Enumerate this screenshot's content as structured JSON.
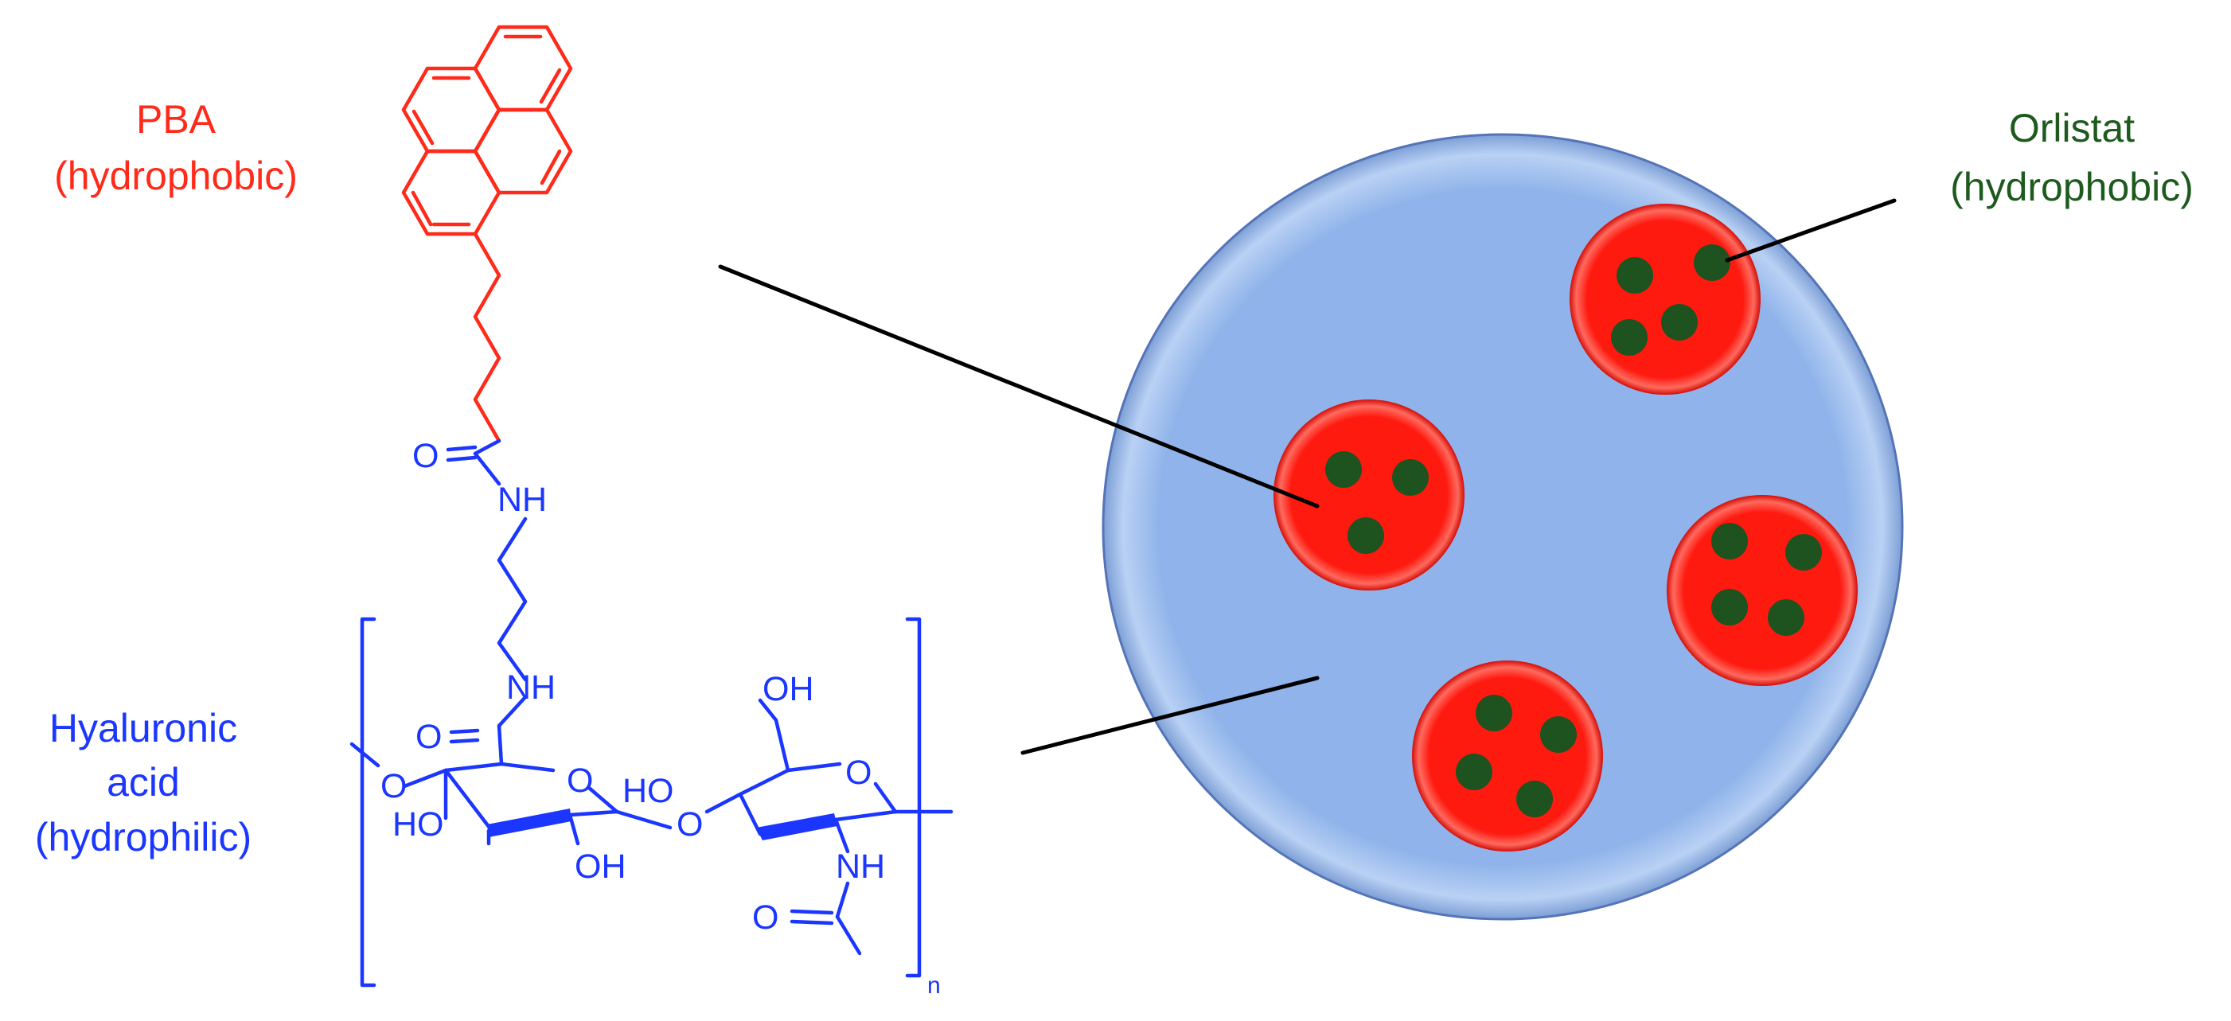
{
  "labels": {
    "pba_name": "PBA",
    "pba_property": "(hydrophobic)",
    "ha_name_1": "Hyaluronic",
    "ha_name_2": "acid",
    "ha_property": "(hydrophilic)",
    "orlistat_name": "Orlistat",
    "orlistat_property": "(hydrophobic)"
  },
  "atoms": {
    "carbonyl_o_linker": "O",
    "nh_linker_top": "NH",
    "nh_linker_bottom": "NH",
    "carbonyl_o_ring": "O",
    "ring1_o_left": "O",
    "ring1_o": "O",
    "ring1_ho": "HO",
    "ring1_oh": "OH",
    "glyco_o": "O",
    "ring2_ho": "HO",
    "ring2_oh": "OH",
    "ring2_o": "O",
    "ring2_nh": "NH",
    "acetyl_o": "O",
    "repeat_n": "n"
  },
  "colors": {
    "pba": "#ff2a1a",
    "hyaluronic_acid": "#1a36ff",
    "orlistat": "#1e5a1e",
    "micelle_shell": "#8fb3ea",
    "micelle_core": "#ff1a10",
    "drug_dot": "#1e521e",
    "pointer": "#000000"
  },
  "micelle": {
    "core_count": 4,
    "drug_dots_per_core": [
      3,
      4,
      4,
      4
    ]
  }
}
